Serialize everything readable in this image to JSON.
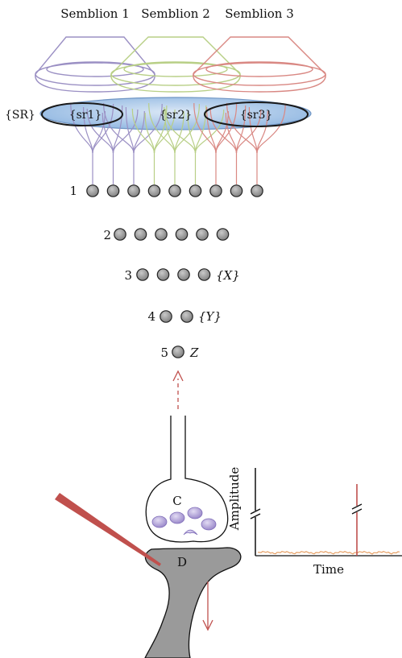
{
  "semblions": [
    {
      "label": "Semblion 1",
      "color": "#9b90c4"
    },
    {
      "label": "Semblion 2",
      "color": "#b8cf86"
    },
    {
      "label": "Semblion 3",
      "color": "#d98883"
    }
  ],
  "set_labels": {
    "SR": "{SR}",
    "sr1": "{sr1}",
    "sr2": "{sr2}",
    "sr3": "{sr3}"
  },
  "layers": [
    {
      "number": "1",
      "count": 9,
      "suffix": ""
    },
    {
      "number": "2",
      "count": 6,
      "suffix": ""
    },
    {
      "number": "3",
      "count": 4,
      "suffix": "{X}"
    },
    {
      "number": "4",
      "count": 2,
      "suffix": "{Y}"
    },
    {
      "number": "5",
      "count": 1,
      "suffix": "Z"
    }
  ],
  "synapse": {
    "presynaptic_label": "C",
    "postsynaptic_label": "D"
  },
  "trace_plot": {
    "ylabel": "Amplitude",
    "xlabel": "Time"
  },
  "colors": {
    "sr_disc": "#9fc1e6",
    "node_fill": "#9a9a9a",
    "dendrite_fill": "#9a9a9a",
    "vesicle_fill": "#b3a6d8",
    "electrode": "#c0504d",
    "arrow": "#c0504d",
    "noise": "#e6a066",
    "spike": "#c0504d"
  }
}
